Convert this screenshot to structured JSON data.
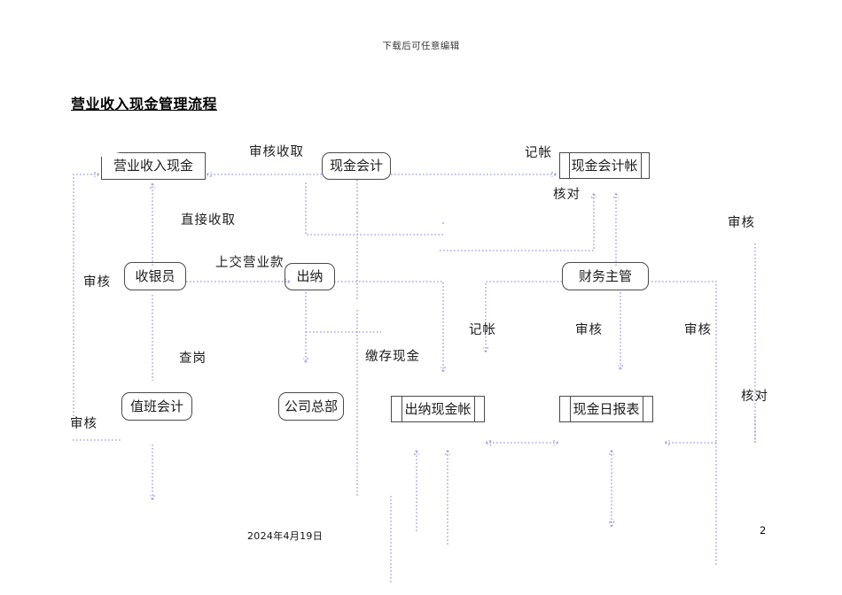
{
  "document": {
    "header_note": "下载后可任意编辑",
    "title": "营业收入现金管理流程",
    "footer_date": "2024年4月19日",
    "page_number": "2"
  },
  "colors": {
    "connector": "#9a9ae0",
    "arrowhead": "#1f1fb4",
    "node_border": "#4a4a4a",
    "text": "#1d1d1d"
  },
  "nodes": [
    {
      "id": "cash-income",
      "label": "营业收入现金",
      "shape": "document"
    },
    {
      "id": "cash-accountant",
      "label": "现金会计",
      "shape": "rounded"
    },
    {
      "id": "cash-ledger",
      "label": "现金会计帐",
      "shape": "predefined-process"
    },
    {
      "id": "cashier-clerk",
      "label": "收银员",
      "shape": "rounded"
    },
    {
      "id": "teller",
      "label": "出纳",
      "shape": "rounded"
    },
    {
      "id": "finance-manager",
      "label": "财务主管",
      "shape": "rounded"
    },
    {
      "id": "duty-accountant",
      "label": "值班会计",
      "shape": "rounded"
    },
    {
      "id": "head-office",
      "label": "公司总部",
      "shape": "rounded"
    },
    {
      "id": "teller-cash-book",
      "label": "出纳现金帐",
      "shape": "predefined-process"
    },
    {
      "id": "cash-daily-report",
      "label": "现金日报表",
      "shape": "predefined-process"
    }
  ],
  "edge_labels": [
    {
      "id": "audit-collect",
      "text": "审核收取"
    },
    {
      "id": "direct-collect",
      "text": "直接收取"
    },
    {
      "id": "bookkeeping-top",
      "text": "记帐"
    },
    {
      "id": "reconcile-top",
      "text": "核对"
    },
    {
      "id": "audit-left-upper",
      "text": "审核"
    },
    {
      "id": "submit-revenue",
      "text": "上交营业款"
    },
    {
      "id": "audit-right-upper",
      "text": "审核"
    },
    {
      "id": "deposit-cash",
      "text": "缴存现金"
    },
    {
      "id": "bookkeeping-mid",
      "text": "记帐"
    },
    {
      "id": "audit-mid",
      "text": "审核"
    },
    {
      "id": "audit-right-lower",
      "text": "审核"
    },
    {
      "id": "spot-check",
      "text": "查岗"
    },
    {
      "id": "audit-left-lower",
      "text": "审核"
    },
    {
      "id": "reconcile-right",
      "text": "核对"
    }
  ]
}
